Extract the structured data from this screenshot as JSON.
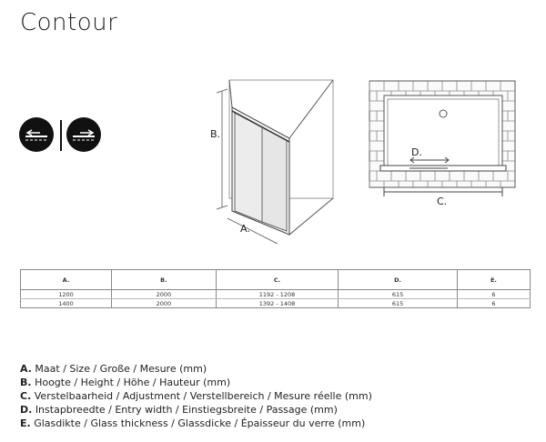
{
  "title": "Contour",
  "icons": {
    "left": "arrow-left-icon",
    "right": "arrow-right-icon"
  },
  "drawing_labels": {
    "b": "B.",
    "a": "A.",
    "d": "D.",
    "c": "C."
  },
  "table": {
    "headers": [
      "A.",
      "B.",
      "C.",
      "D.",
      "E."
    ],
    "rows": [
      [
        "1200",
        "2000",
        "1192 - 1208",
        "615",
        "6"
      ],
      [
        "1400",
        "2000",
        "1392 - 1408",
        "615",
        "6"
      ]
    ]
  },
  "legend": [
    {
      "key": "A.",
      "text": "Maat / Size / Große / Mesure (mm)"
    },
    {
      "key": "B.",
      "text": "Hoogte / Height / Höhe / Hauteur (mm)"
    },
    {
      "key": "C.",
      "text": "Verstelbaarheid / Adjustment / Verstellbereich / Mesure réelle (mm)"
    },
    {
      "key": "D.",
      "text": "Instapbreedte / Entry width / Einstiegsbreite / Passage (mm)"
    },
    {
      "key": "E.",
      "text": "Glasdikte / Glass thickness / Glassdicke / Épaisseur du verre (mm)"
    }
  ]
}
